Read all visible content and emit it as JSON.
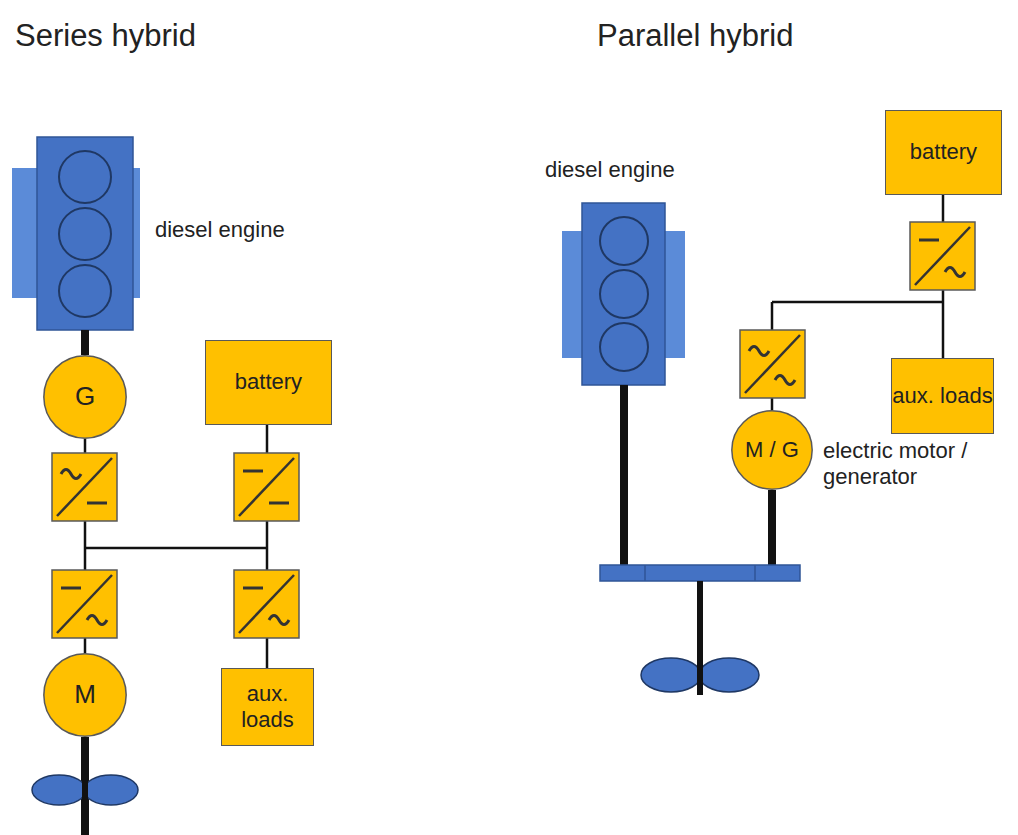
{
  "diagram": {
    "nodes": [
      {
        "text": [
          "diesel engine"
        ]
      },
      {
        "text": [
          "G"
        ]
      },
      {
        "text": [
          "battery"
        ]
      },
      {
        "text": [
          "M"
        ]
      },
      {
        "text": [
          "aux. loads"
        ]
      },
      {
        "text": [
          "diesel engine"
        ]
      },
      {
        "text": [
          "battery"
        ]
      },
      {
        "text": [
          "aux. loads"
        ]
      },
      {
        "text": [
          "M / G",
          "electric motor / generator"
        ]
      }
    ],
    "edges": [
      {
        "from": 0,
        "to": 1,
        "arrow": "none"
      }
    ],
    "labels": [
      "Series hybrid",
      "Parallel hybrid"
    ]
  }
}
